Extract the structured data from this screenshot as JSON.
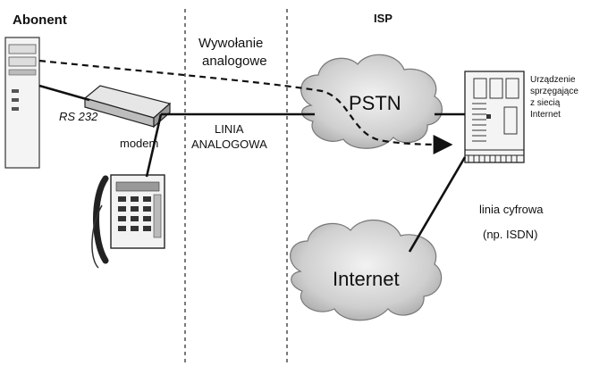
{
  "labels": {
    "abonent": "Abonent",
    "isp": "ISP",
    "wywolanie_line1": "Wywołanie",
    "wywolanie_line2": "analogowe",
    "rs232": "RS 232",
    "modem": "modem",
    "linia_line1": "LINIA",
    "linia_line2": "ANALOGOWA",
    "pstn": "PSTN",
    "internet": "Internet",
    "gateway_line1": "Urządzenie",
    "gateway_line2": "sprzęgające",
    "gateway_line3": "z siecią",
    "gateway_line4": "Internet",
    "digital_line1": "linia cyfrowa",
    "digital_line2": "(np. ISDN)"
  },
  "icons": [
    "computer-tower-icon",
    "modem-icon",
    "telephone-icon",
    "cloud-icon",
    "server-rack-icon"
  ]
}
